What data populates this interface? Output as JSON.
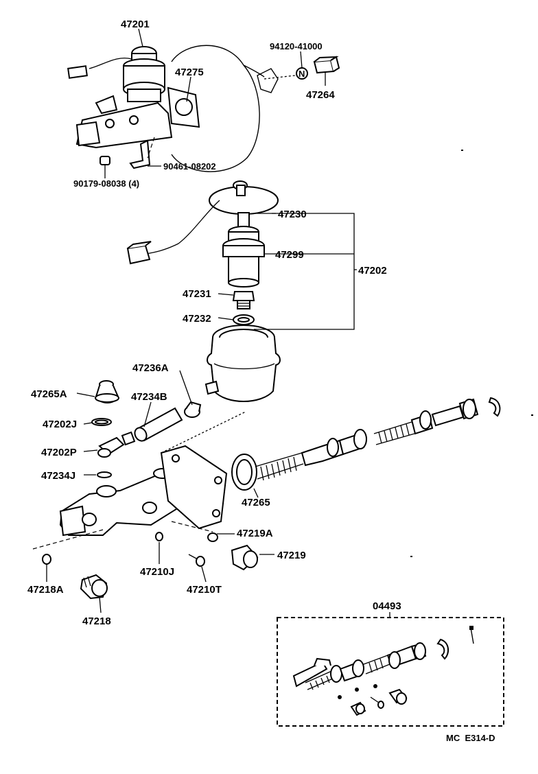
{
  "diagram": {
    "labels": {
      "p47201": "47201",
      "p47275": "47275",
      "p94120": "94120-41000",
      "p47264": "47264",
      "p90461": "90461-08202",
      "p90179": "90179-08038 (4)",
      "p47230": "47230",
      "p47299": "47299",
      "p47202": "47202",
      "p47231": "47231",
      "p47232": "47232",
      "p47236A": "47236A",
      "p47265A": "47265A",
      "p47234B": "47234B",
      "p47202J": "47202J",
      "p47202P": "47202P",
      "p47234J": "47234J",
      "p47265": "47265",
      "p47219A": "47219A",
      "p47219": "47219",
      "p47210J": "47210J",
      "p47210T": "47210T",
      "p47218A": "47218A",
      "p47218": "47218",
      "p04493": "04493",
      "footer": "MC  E314-D"
    },
    "marks": {
      "nut_letter": "N"
    }
  }
}
